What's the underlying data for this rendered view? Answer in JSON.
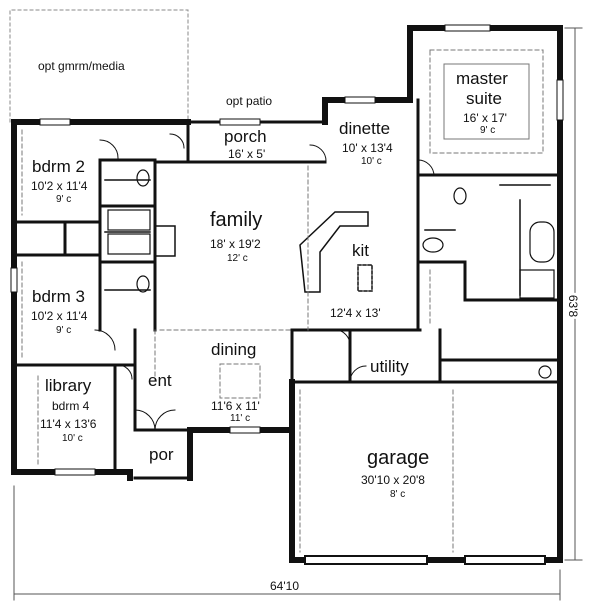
{
  "optional_spaces": {
    "gameroom_media": "opt gmrm/media",
    "patio": "opt patio"
  },
  "rooms": {
    "porch": {
      "name": "porch",
      "size": "16' x 5'"
    },
    "dinette": {
      "name": "dinette",
      "size": "10' x 13'4",
      "ceiling": "10' c"
    },
    "master": {
      "name_line1": "master",
      "name_line2": "suite",
      "size": "16' x 17'",
      "ceiling": "9' c"
    },
    "bdrm2": {
      "name": "bdrm 2",
      "size": "10'2 x 11'4",
      "ceiling": "9' c"
    },
    "family": {
      "name": "family",
      "size": "18' x 19'2",
      "ceiling": "12' c"
    },
    "kit": {
      "name": "kit",
      "size": "12'4 x 13'"
    },
    "bdrm3": {
      "name": "bdrm 3",
      "size": "10'2 x 11'4",
      "ceiling": "9' c"
    },
    "dining": {
      "name": "dining",
      "size": "11'6 x 11'",
      "ceiling": "11' c"
    },
    "utility": {
      "name": "utility"
    },
    "library": {
      "name": "library",
      "alt": "bdrm 4",
      "size": "11'4 x 13'6",
      "ceiling": "10' c"
    },
    "ent": {
      "name": "ent"
    },
    "por": {
      "name": "por"
    },
    "garage": {
      "name": "garage",
      "size": "30'10 x 20'8",
      "ceiling": "8' c"
    }
  },
  "dimensions": {
    "overall_width": "64'10",
    "overall_depth": "63'8"
  }
}
